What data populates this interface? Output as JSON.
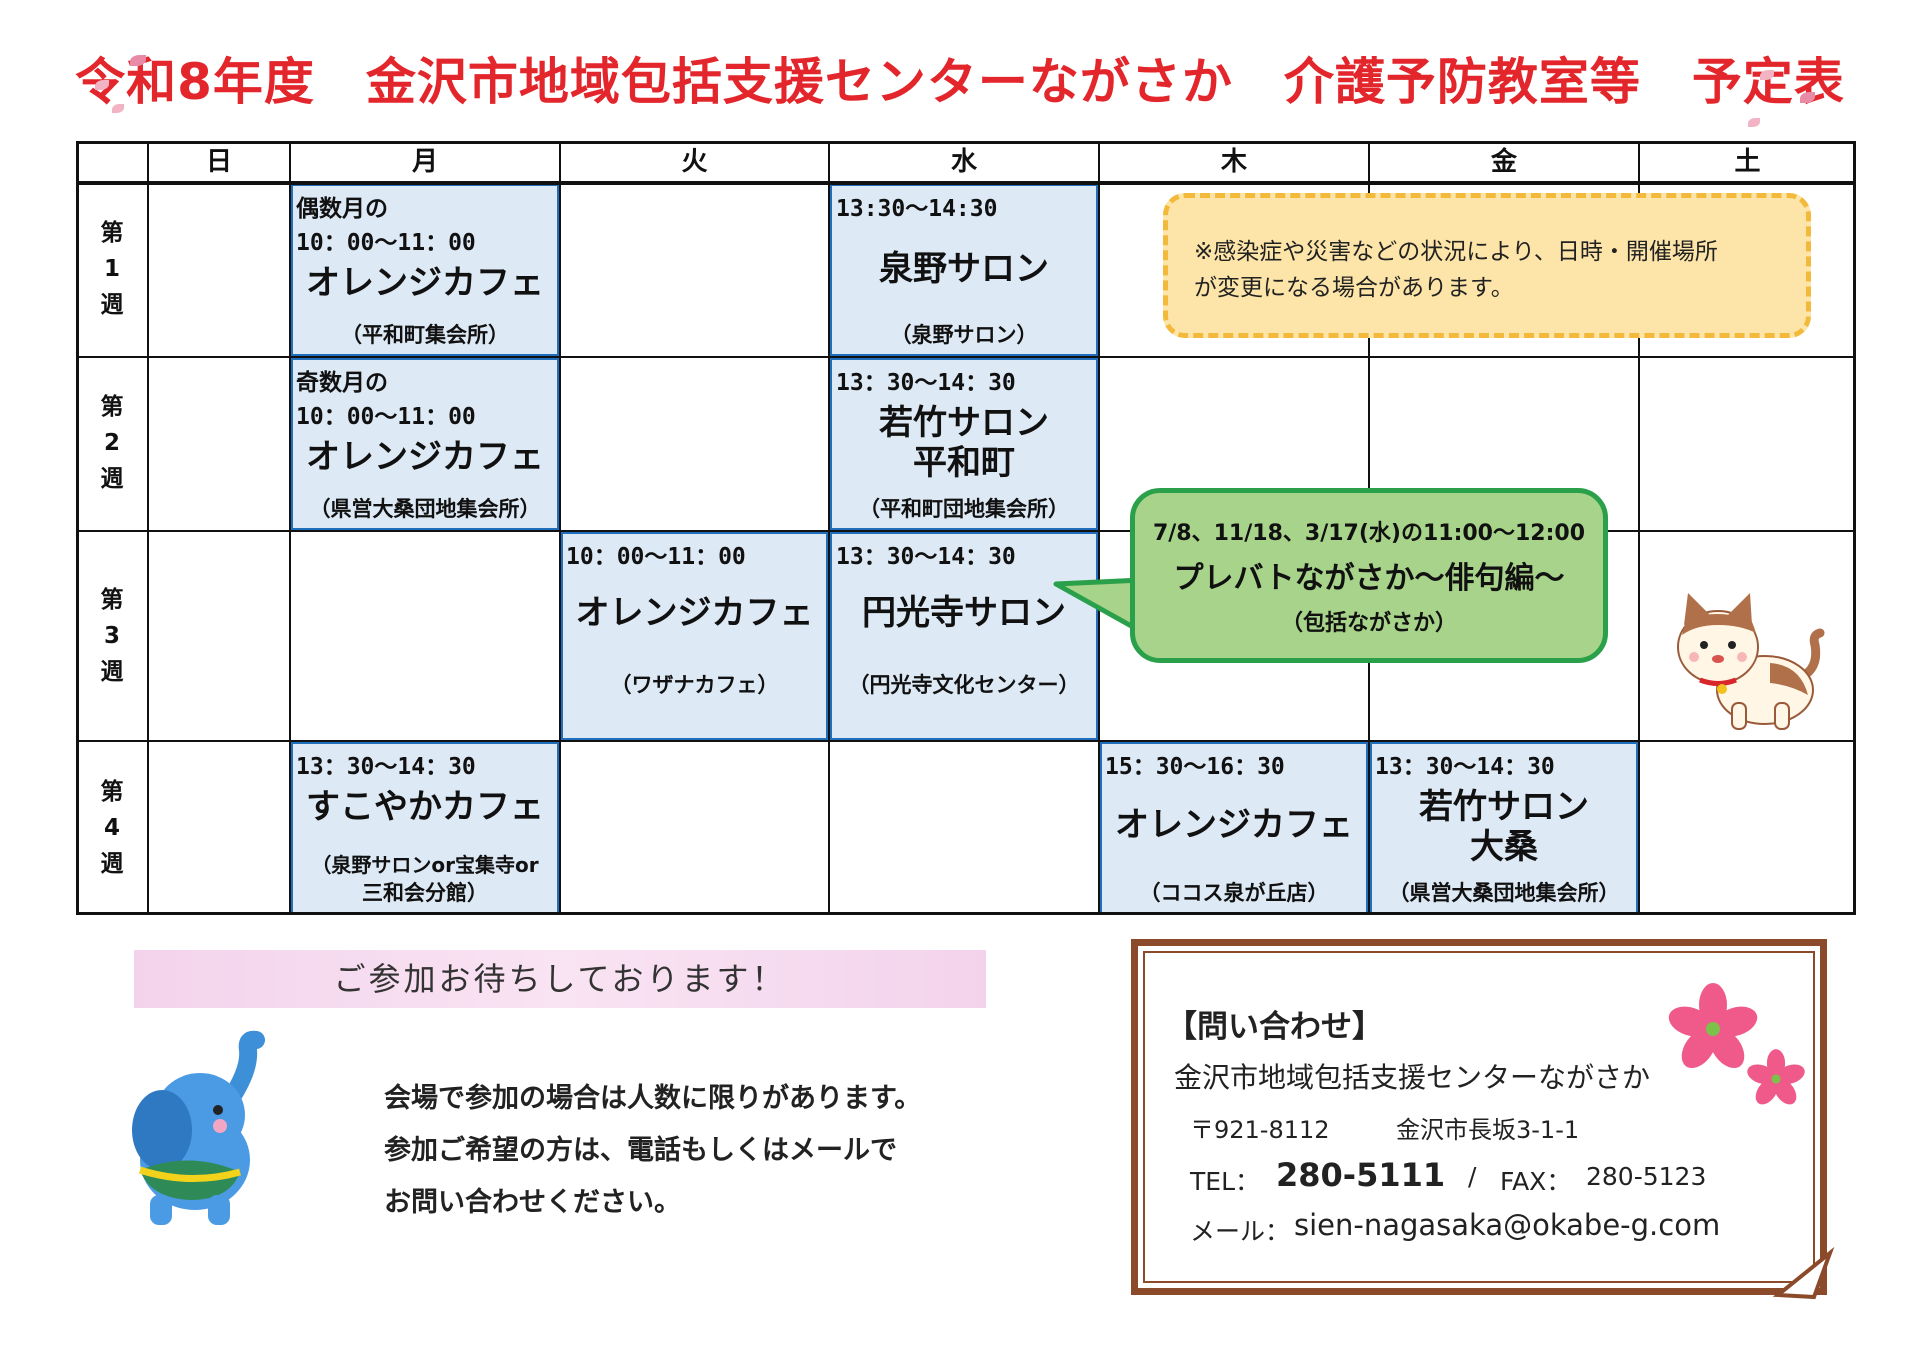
{
  "title": "令和8年度　金沢市地域包括支援センターながさか　介護予防教室等　予定表",
  "days": [
    "日",
    "月",
    "火",
    "水",
    "木",
    "金",
    "土"
  ],
  "weeks": [
    [
      "第",
      "1",
      "週"
    ],
    [
      "第",
      "2",
      "週"
    ],
    [
      "第",
      "3",
      "週"
    ],
    [
      "第",
      "4",
      "週"
    ]
  ],
  "events": {
    "w1_mon": {
      "time1": "偶数月の",
      "time2": "10：00～11：00",
      "name": "オレンジカフェ",
      "venue": "（平和町集会所）"
    },
    "w1_wed": {
      "time": "13:30～14:30",
      "name": "泉野サロン",
      "venue": "（泉野サロン）"
    },
    "w2_mon": {
      "time1": "奇数月の",
      "time2": "10：00～11：00",
      "name": "オレンジカフェ",
      "venue": "（県営大桑団地集会所）"
    },
    "w2_wed": {
      "time": "13：30～14：30",
      "name1": "若竹サロン",
      "name2": "平和町",
      "venue": "（平和町団地集会所）"
    },
    "w3_tue": {
      "time": "10：00～11：00",
      "name": "オレンジカフェ",
      "venue": "（ワザナカフェ）"
    },
    "w3_wed": {
      "time": "13：30～14：30",
      "name": "円光寺サロン",
      "venue": "（円光寺文化センター）"
    },
    "w4_mon": {
      "time": "13：30～14：30",
      "name": "すこやかカフェ",
      "venue1": "（泉野サロンor宝集寺or",
      "venue2": "三和会分館）"
    },
    "w4_thu": {
      "time": "15：30～16：30",
      "name": "オレンジカフェ",
      "venue": "（ココス泉が丘店）"
    },
    "w4_fri": {
      "time": "13：30～14：30",
      "name1": "若竹サロン",
      "name2": "大桑",
      "venue": "（県営大桑団地集会所）"
    }
  },
  "notice": {
    "line1": "※感染症や災害などの状況により、日時・開催場所",
    "line2": "が変更になる場合があります。"
  },
  "bubble": {
    "date": "7/8、11/18、3/17(水)の11:00～12:00",
    "name": "プレバトながさか～俳句編～",
    "venue": "（包括ながさか）"
  },
  "banner": "ご参加お待ちしております！",
  "info": {
    "line1": "会場で参加の場合は人数に限りがあります。",
    "line2": "参加ご希望の方は、電話もしくはメールで",
    "line3": "お問い合わせください。"
  },
  "contact": {
    "heading": "【問い合わせ】",
    "org": "金沢市地域包括支援センターながさか",
    "postal": "〒921-8112",
    "address": "金沢市長坂3-1-1",
    "tel_label": "TEL：",
    "tel": "280-5111",
    "separator": "/",
    "fax_label": "FAX：",
    "fax": "280-5123",
    "mail_label": "メール：",
    "mail": "sien-nagasaka@okabe-g.com"
  },
  "colors": {
    "title": "#e3262b",
    "event_bg": "#dde9f5",
    "event_border": "#1f6fbd",
    "notice_bg": "#fde5a9",
    "bubble_bg": "#a8d38a",
    "contact_frame": "#8b4a2a"
  },
  "icons": [
    "cat-illustration",
    "elephant-illustration",
    "cherry-blossom-icon"
  ]
}
